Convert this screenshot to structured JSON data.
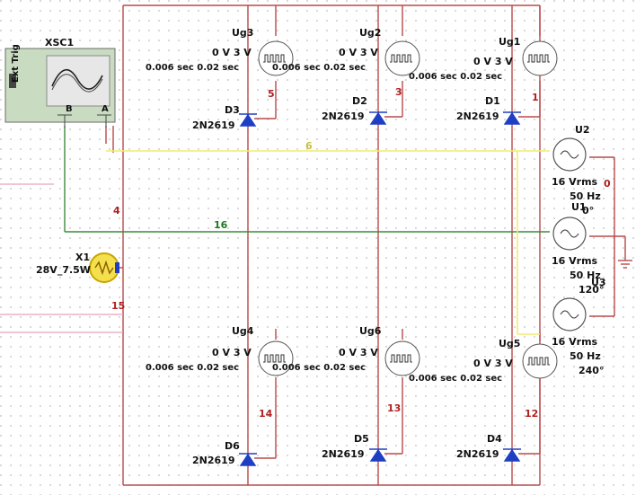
{
  "colors": {
    "wire_red": "#b84a4a",
    "wire_yellow": "#f2ec70",
    "wire_green": "#3d8a3d",
    "wire_pink": "#e6a3b8",
    "diode": "#1e3fc4",
    "grid_dot": "#bdbdbd",
    "scope_body": "#c9dcc2",
    "lamp": "#f4e04d",
    "net_red": "#b02020",
    "net_green": "#1d7a1d"
  },
  "scope": {
    "label": "XSC1",
    "terminal_a": "A",
    "terminal_b": "B",
    "trig": "Ext Trig"
  },
  "lamp": {
    "ref": "X1",
    "value": "28V_7.5W"
  },
  "pulse_sources": [
    {
      "ref": "Ug1",
      "value1": "0 V 3 V",
      "value2": "0.006 sec 0.02 sec"
    },
    {
      "ref": "Ug2",
      "value1": "0 V 3 V",
      "value2": "0.006 sec 0.02 sec"
    },
    {
      "ref": "Ug3",
      "value1": "0 V 3 V",
      "value2": "0.006 sec 0.02 sec"
    },
    {
      "ref": "Ug4",
      "value1": "0 V 3 V",
      "value2": "0.006 sec 0.02 sec"
    },
    {
      "ref": "Ug5",
      "value1": "0 V 3 V",
      "value2": "0.006 sec 0.02 sec"
    },
    {
      "ref": "Ug6",
      "value1": "0 V 3 V",
      "value2": "0.006 sec 0.02 sec"
    }
  ],
  "thyristors": [
    {
      "ref": "D1",
      "model": "2N2619"
    },
    {
      "ref": "D2",
      "model": "2N2619"
    },
    {
      "ref": "D3",
      "model": "2N2619"
    },
    {
      "ref": "D4",
      "model": "2N2619"
    },
    {
      "ref": "D5",
      "model": "2N2619"
    },
    {
      "ref": "D6",
      "model": "2N2619"
    }
  ],
  "ac_sources": [
    {
      "ref": "U2",
      "vrms": "16 Vrms",
      "freq": "50 Hz",
      "phase": "0°"
    },
    {
      "ref": "U1",
      "vrms": "16 Vrms",
      "freq": "50 Hz",
      "phase": "120°"
    },
    {
      "ref": "U3",
      "vrms": "16 Vrms",
      "freq": "50 Hz",
      "phase": "240°"
    }
  ],
  "nets": {
    "n1": "1",
    "n3": "3",
    "n5": "5",
    "n14": "14",
    "n13": "13",
    "n12": "12",
    "n4": "4",
    "n15": "15",
    "n16": "16",
    "n6": "6",
    "n0": "0"
  }
}
